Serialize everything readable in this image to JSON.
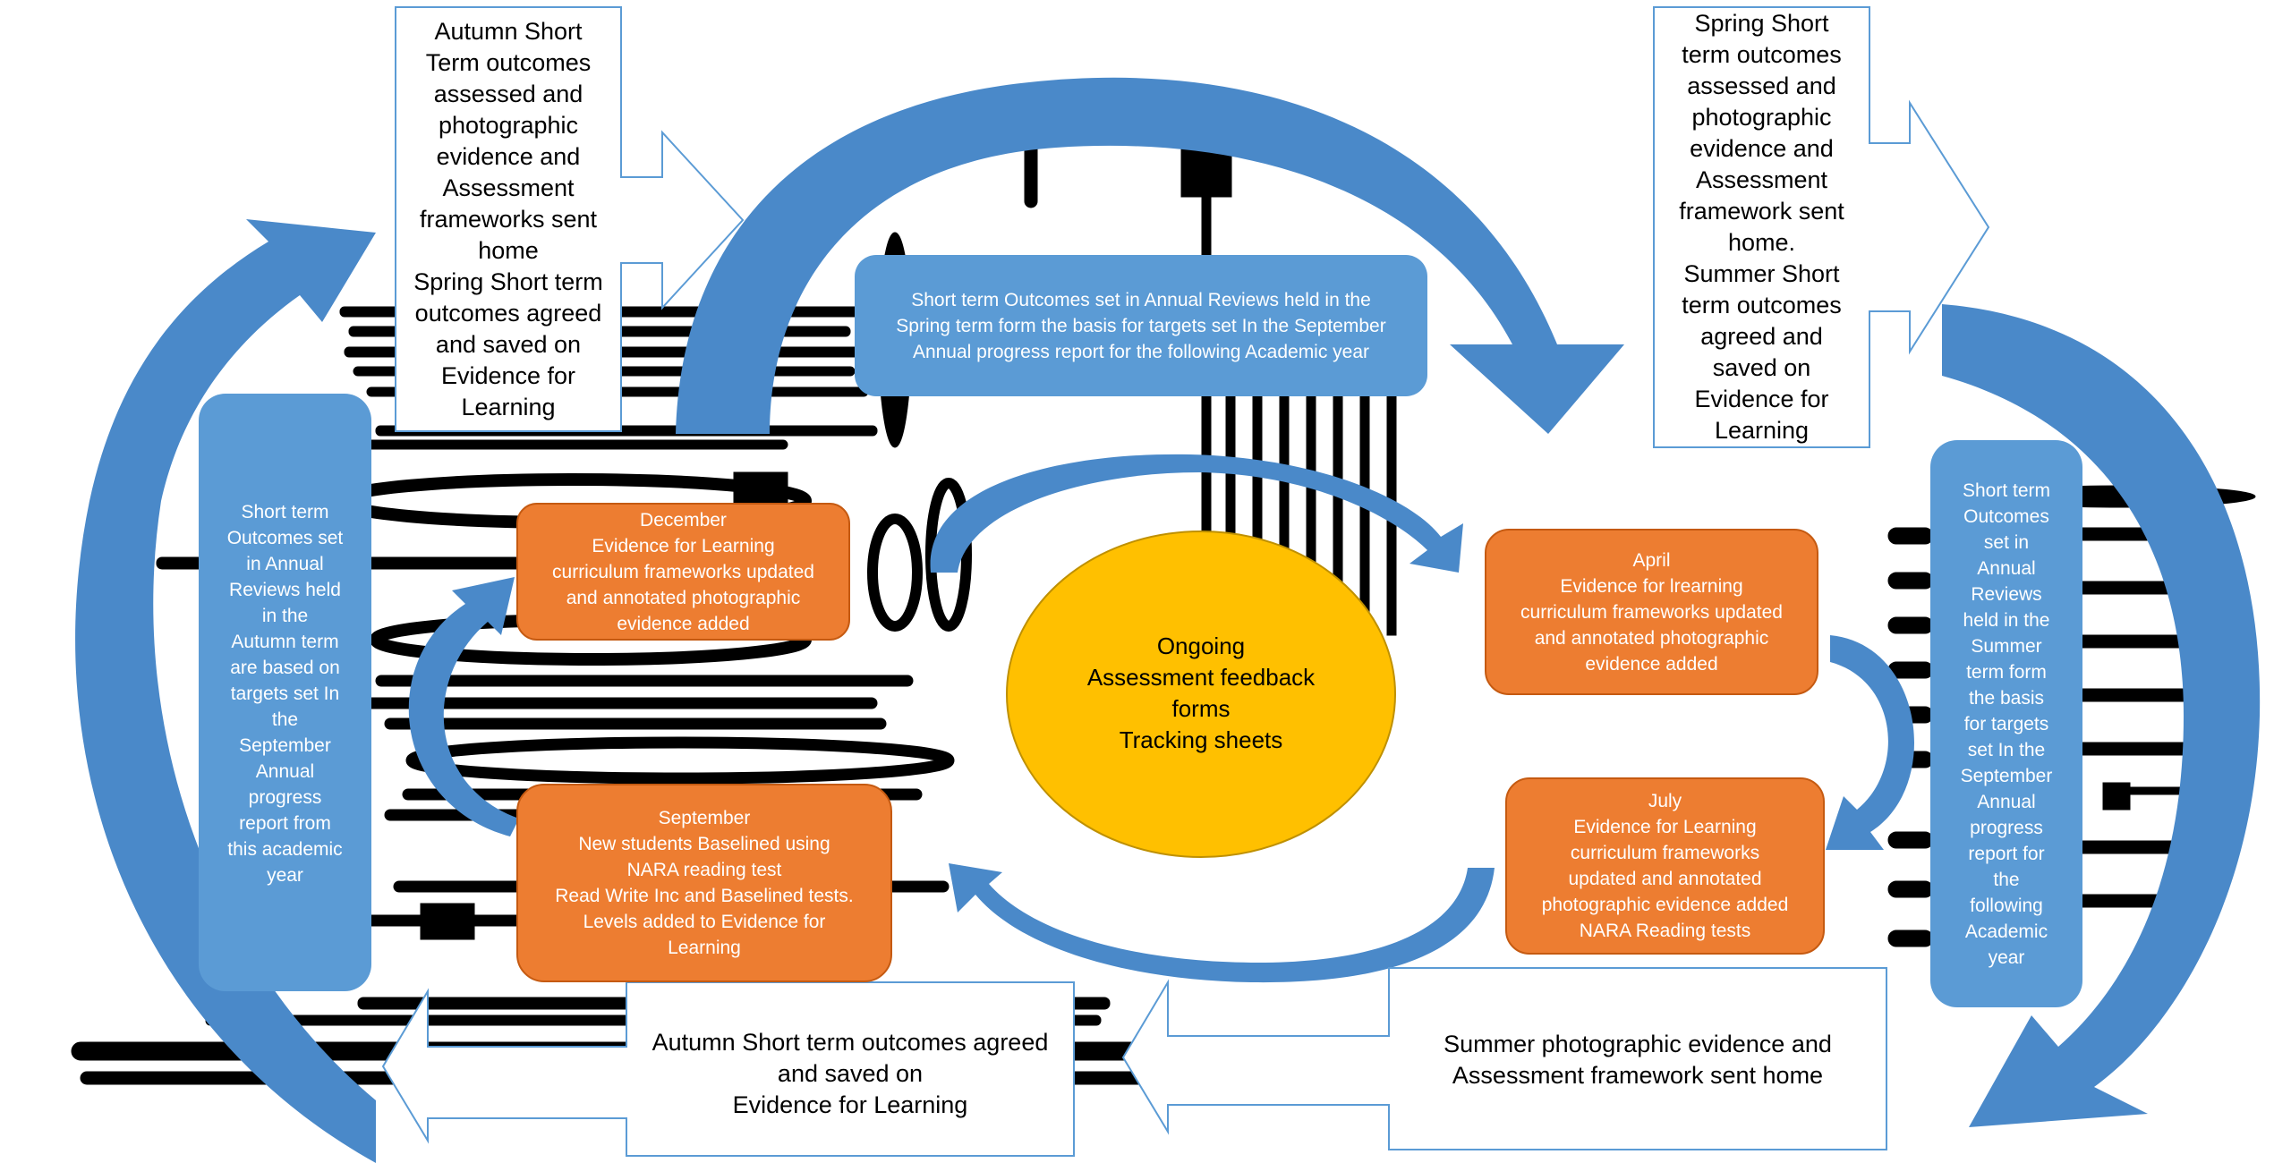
{
  "colors": {
    "blue_box": "#5b9bd5",
    "blue_arrow": "#4a89c9",
    "orange_box": "#ed7d31",
    "center_circle": "#ffc000",
    "callout_border": "#5b9bd5",
    "black_scribble": "#000000"
  },
  "callouts": {
    "autumn_outcomes": "Autumn Short\nTerm outcomes\nassessed and\nphotographic\nevidence and\nAssessment\nframeworks sent\nhome\nSpring Short term\noutcomes agreed\nand saved on\nEvidence for\nLearning",
    "spring_outcomes": "Spring Short\nterm outcomes\nassessed and\nphotographic\nevidence and\nAssessment\nframework sent\nhome.\nSummer Short\nterm outcomes\nagreed and\nsaved on\nEvidence for\nLearning",
    "summer_sent_home": "Summer  photographic evidence and\nAssessment framework sent home",
    "autumn_agreed": "Autumn Short term outcomes agreed\nand saved  on\nEvidence for Learning"
  },
  "blue_boxes": {
    "top_spring": "Short term Outcomes  set in Annual Reviews held in the\nSpring term form the basis for targets set In the September\nAnnual progress report for the following Academic year",
    "left_autumn": "Short term\nOutcomes set\nin  Annual\nReviews held\nin the\nAutumn term\nare based on\ntargets set In\nthe\nSeptember\nAnnual\nprogress\nreport  from\nthis academic\nyear",
    "right_summer": "Short term\nOutcomes\nset in\nAnnual\nReviews\nheld in the\nSummer\nterm form\nthe basis\nfor targets\nset In the\nSeptember\nAnnual\nprogress\nreport for\nthe\nfollowing\nAcademic\nyear"
  },
  "orange_boxes": {
    "december": "December\nEvidence for Learning\ncurriculum frameworks updated\nand annotated photographic\nevidence added",
    "september": "September\nNew students Baselined using\nNARA reading test\nRead Write Inc and Baselined tests.\nLevels added to Evidence for\nLearning",
    "april": "April\nEvidence for lrearning\ncurriculum frameworks updated\nand annotated photographic\nevidence added",
    "july": "July\nEvidence for Learning\ncurriculum  frameworks\nupdated and annotated\nphotographic evidence added\nNARA Reading tests"
  },
  "center": {
    "text": "Ongoing\nAssessment feedback\nforms\nTracking sheets"
  }
}
